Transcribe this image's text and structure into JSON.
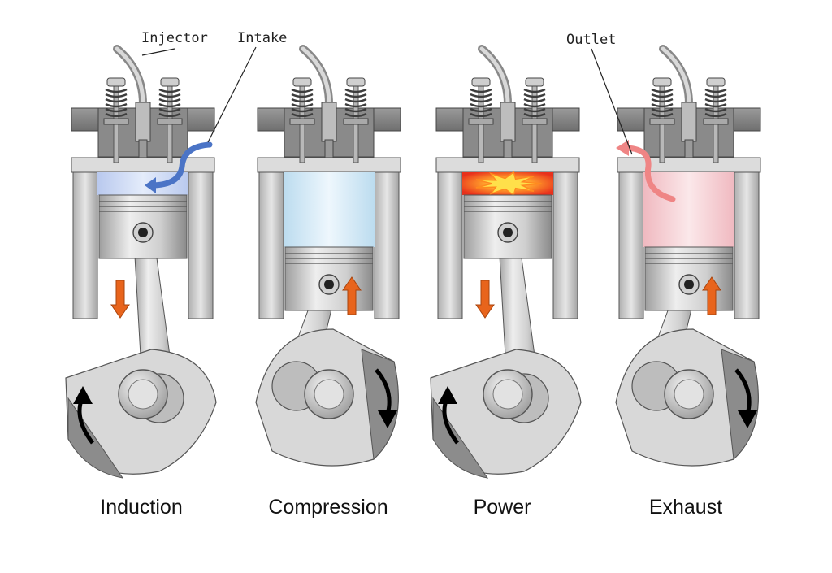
{
  "callouts": {
    "injector": "Injector",
    "intake": "Intake",
    "outlet": "Outlet"
  },
  "stages": [
    {
      "label": "Induction",
      "piston": "down",
      "chamber": "intake-mixture",
      "crank_rotation": "counter-clockwise"
    },
    {
      "label": "Compression",
      "piston": "up",
      "chamber": "compressed",
      "crank_rotation": "clockwise"
    },
    {
      "label": "Power",
      "piston": "down",
      "chamber": "combustion",
      "crank_rotation": "counter-clockwise"
    },
    {
      "label": "Exhaust",
      "piston": "up",
      "chamber": "exhaust-gas",
      "crank_rotation": "clockwise"
    }
  ],
  "colors": {
    "metal": "#c9c9c9",
    "metal_dark": "#7a7a7a",
    "head": "#8e8e8e",
    "stroke_arrow": "#e8641c",
    "rotation_arrow": "#000000",
    "intake_flow": "#4b74c6",
    "intake_fill": "#c8d6f2",
    "compression_fill": "#d7ebf7",
    "combustion_fill": "#ee3b1f",
    "flame_core": "#ffe04a",
    "exhaust_fill": "#f6d2d6",
    "exhaust_flow": "#ef8585"
  }
}
